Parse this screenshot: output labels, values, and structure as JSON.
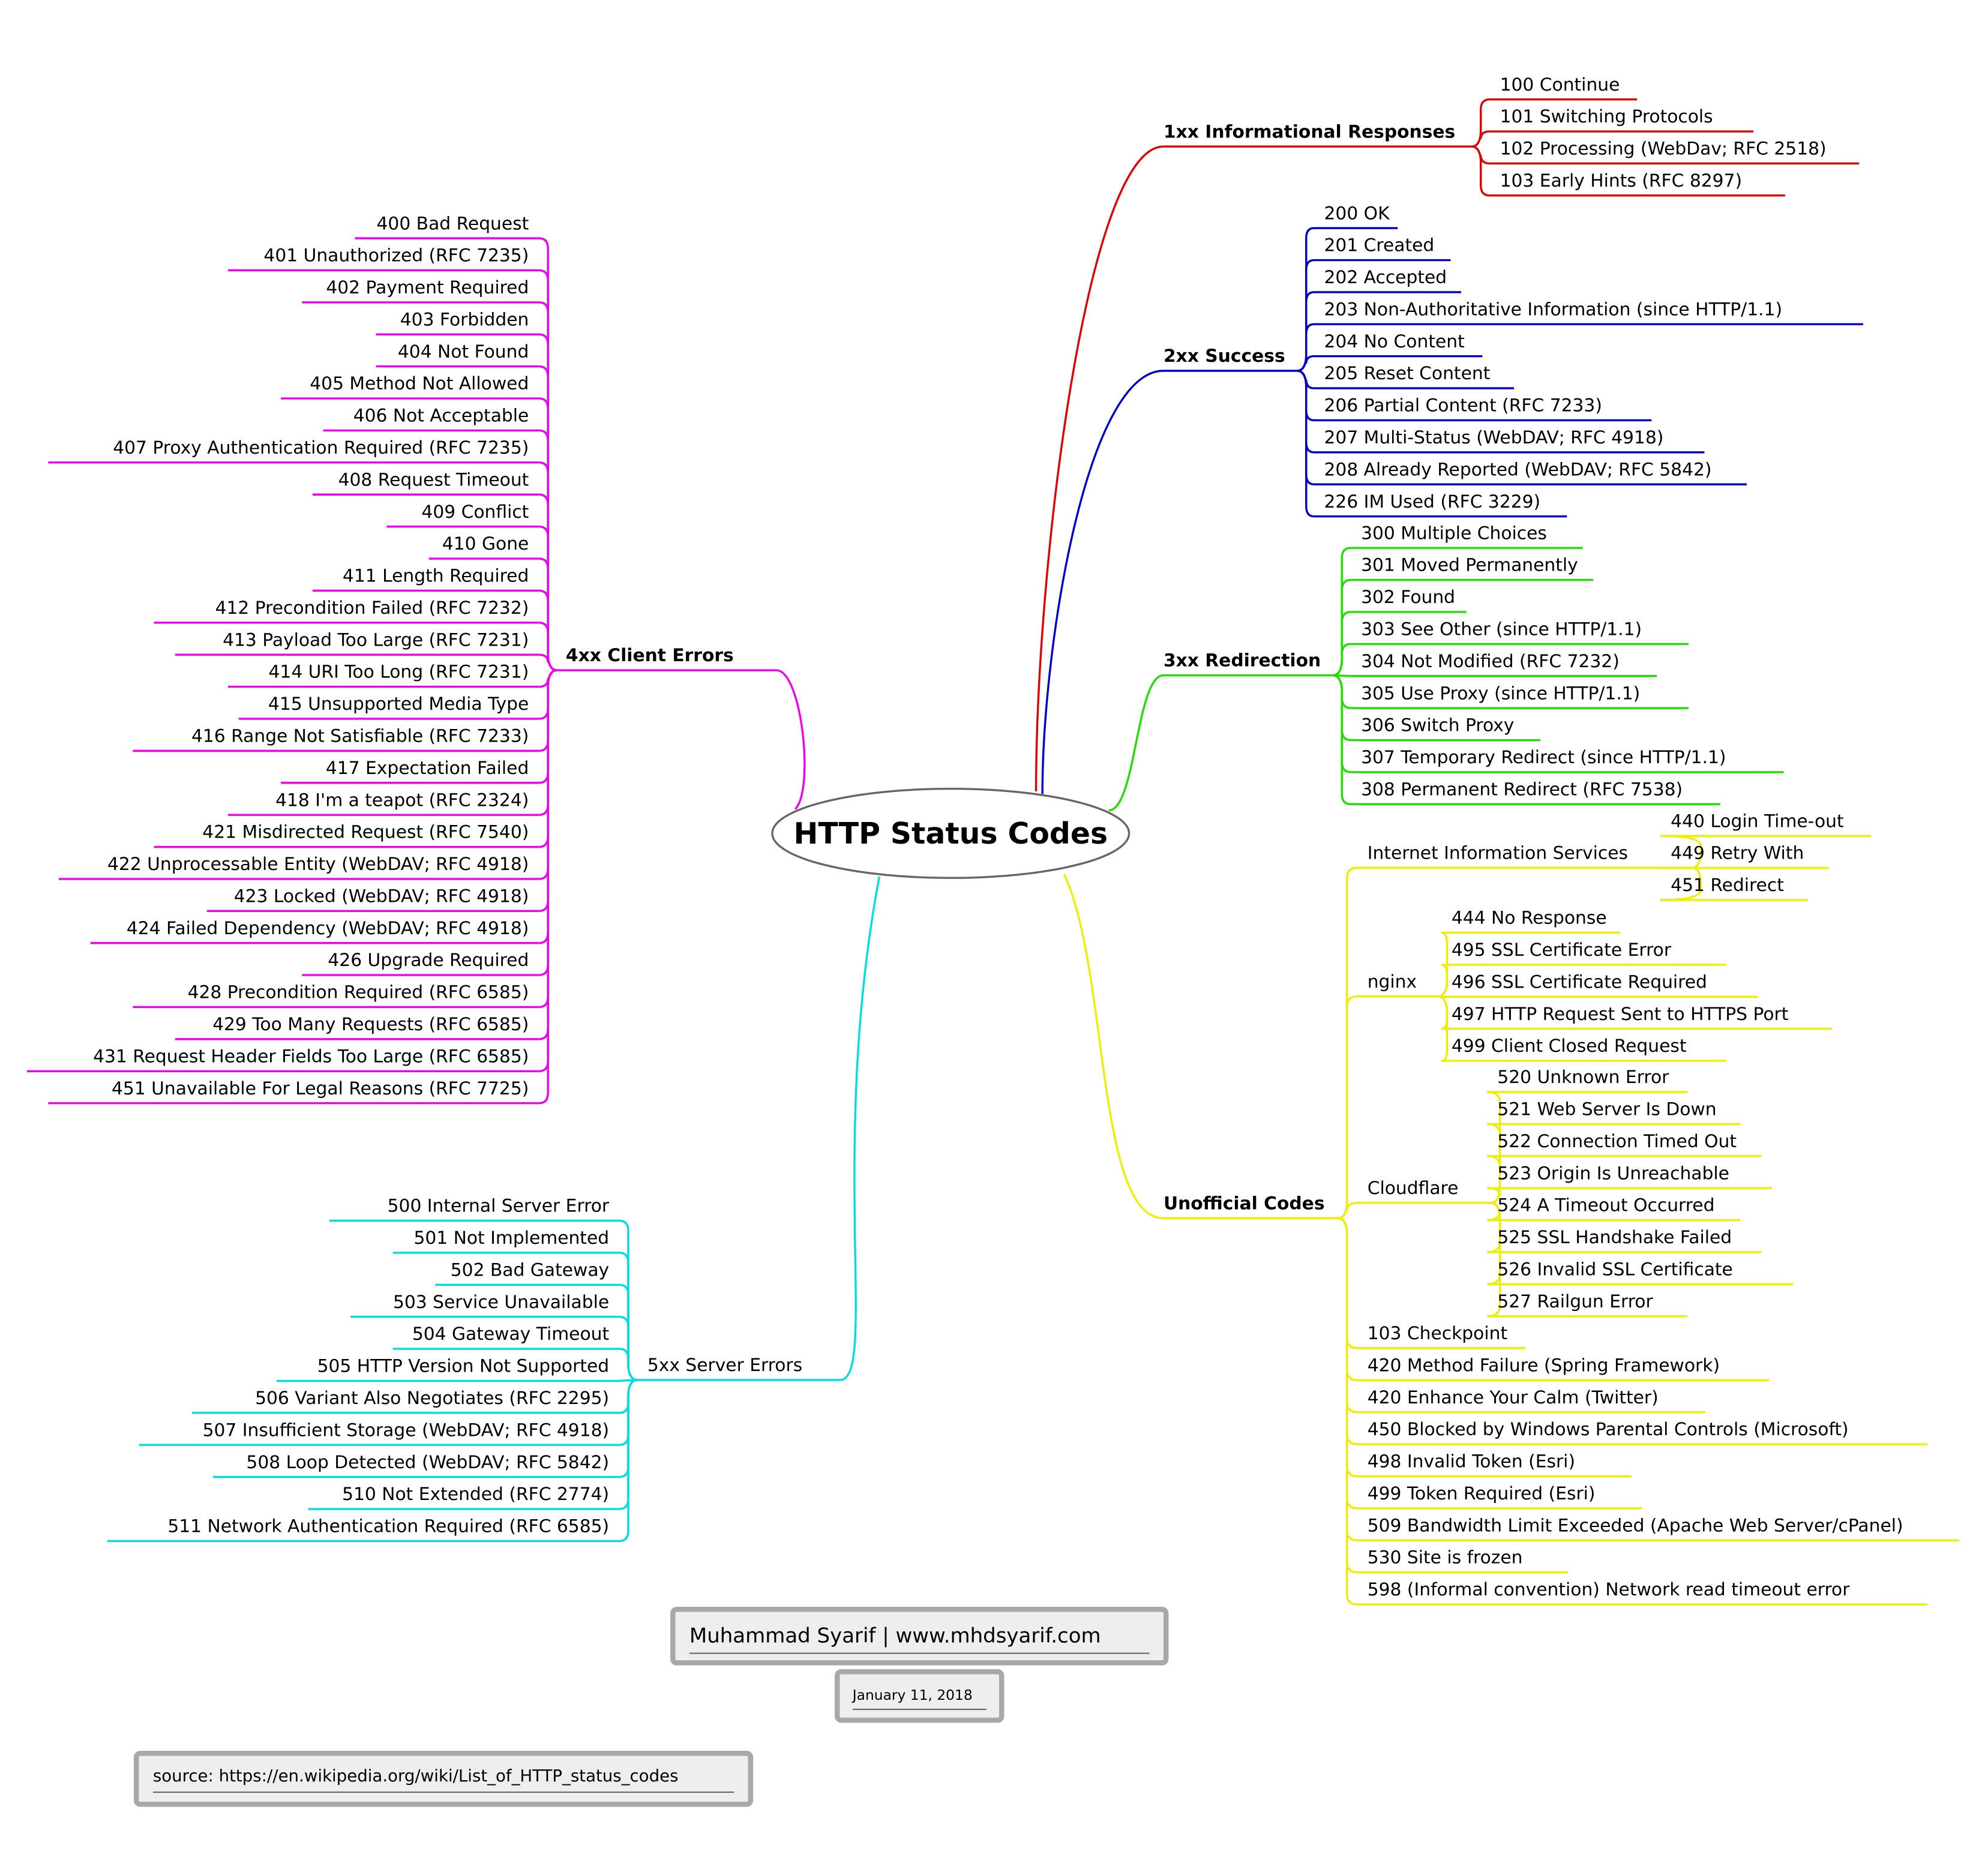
{
  "title": "HTTP Status Codes",
  "colors": {
    "informational": "#e00000",
    "success": "#0000cc",
    "redirection": "#22dd00",
    "client_errors": "#ee00ee",
    "server_errors": "#00dddd",
    "unofficial": "#eeee00",
    "center_border": "#666666",
    "note_border": "#a8a8a8",
    "note_fill": "#eeeeee"
  },
  "branches": [
    {
      "id": "informational",
      "label": "1xx Informational Responses",
      "bold": true,
      "items": [
        "100 Continue",
        "101 Switching Protocols",
        "102 Processing (WebDav; RFC 2518)",
        "103 Early Hints (RFC 8297)"
      ]
    },
    {
      "id": "success",
      "label": "2xx Success",
      "bold": true,
      "items": [
        "200 OK",
        "201 Created",
        "202 Accepted",
        "203 Non-Authoritative Information (since HTTP/1.1)",
        "204 No Content",
        "205 Reset Content",
        "206 Partial Content (RFC 7233)",
        "207 Multi-Status (WebDAV; RFC 4918)",
        "208 Already Reported (WebDAV; RFC 5842)",
        "226 IM Used (RFC 3229)"
      ]
    },
    {
      "id": "redirection",
      "label": "3xx Redirection",
      "bold": true,
      "items": [
        "300 Multiple Choices",
        "301 Moved Permanently",
        "302 Found",
        "303 See Other (since HTTP/1.1)",
        "304 Not Modified (RFC 7232)",
        "305 Use Proxy (since HTTP/1.1)",
        "306 Switch Proxy",
        "307 Temporary Redirect (since HTTP/1.1)",
        "308 Permanent Redirect (RFC 7538)"
      ]
    },
    {
      "id": "unofficial",
      "label": "Unofficial Codes",
      "bold": true,
      "groups": [
        {
          "label": "Internet Information Services",
          "items": [
            "440 Login Time-out",
            "449 Retry With",
            "451 Redirect"
          ]
        },
        {
          "label": "nginx",
          "items": [
            "444 No Response",
            "495 SSL Certificate Error",
            "496 SSL Certificate Required",
            "497 HTTP Request Sent to HTTPS Port",
            "499 Client Closed Request"
          ]
        },
        {
          "label": "Cloudflare",
          "items": [
            "520 Unknown Error",
            "521 Web Server Is Down",
            "522 Connection Timed Out",
            "523 Origin Is Unreachable",
            "524 A Timeout Occurred",
            "525 SSL Handshake Failed",
            "526 Invalid SSL Certificate",
            "527 Railgun Error"
          ]
        }
      ],
      "items": [
        "103 Checkpoint",
        "420 Method Failure (Spring Framework)",
        "420 Enhance Your Calm (Twitter)",
        "450 Blocked by Windows Parental Controls (Microsoft)",
        "498 Invalid Token (Esri)",
        "499 Token Required (Esri)",
        "509 Bandwidth Limit Exceeded (Apache Web Server/cPanel)",
        "530 Site is frozen",
        "598 (Informal convention) Network read timeout error"
      ]
    },
    {
      "id": "client_errors",
      "label": "4xx Client Errors",
      "bold": true,
      "items": [
        "400 Bad Request",
        "401 Unauthorized (RFC 7235)",
        "402 Payment Required",
        "403 Forbidden",
        "404 Not Found",
        "405 Method Not Allowed",
        "406 Not Acceptable",
        "407 Proxy Authentication Required (RFC 7235)",
        "408 Request Timeout",
        "409 Conflict",
        "410 Gone",
        "411 Length Required",
        "412 Precondition Failed (RFC 7232)",
        "413 Payload Too Large (RFC 7231)",
        "414 URI Too Long (RFC 7231)",
        "415 Unsupported Media Type",
        "416 Range Not Satisfiable (RFC 7233)",
        "417 Expectation Failed",
        "418 I'm a teapot (RFC 2324)",
        "421 Misdirected Request (RFC 7540)",
        "422 Unprocessable Entity (WebDAV; RFC 4918)",
        "423 Locked (WebDAV; RFC 4918)",
        "424 Failed Dependency (WebDAV; RFC 4918)",
        "426 Upgrade Required",
        "428 Precondition Required (RFC 6585)",
        "429 Too Many Requests (RFC 6585)",
        "431 Request Header Fields Too Large (RFC 6585)",
        "451 Unavailable For Legal Reasons (RFC 7725)"
      ]
    },
    {
      "id": "server_errors",
      "label": "5xx Server Errors",
      "bold": false,
      "items": [
        "500 Internal Server Error",
        "501 Not Implemented",
        "502 Bad Gateway",
        "503 Service Unavailable",
        "504 Gateway Timeout",
        "505 HTTP Version Not Supported",
        "506 Variant Also Negotiates (RFC 2295)",
        "507 Insufficient Storage (WebDAV; RFC 4918)",
        "508 Loop Detected (WebDAV; RFC 5842)",
        "510 Not Extended (RFC 2774)",
        "511 Network Authentication Required (RFC 6585)"
      ]
    }
  ],
  "footer": {
    "author": "Muhammad Syarif | www.mhdsyarif.com",
    "date": "January 11, 2018",
    "source": "source: https://en.wikipedia.org/wiki/List_of_HTTP_status_codes"
  }
}
